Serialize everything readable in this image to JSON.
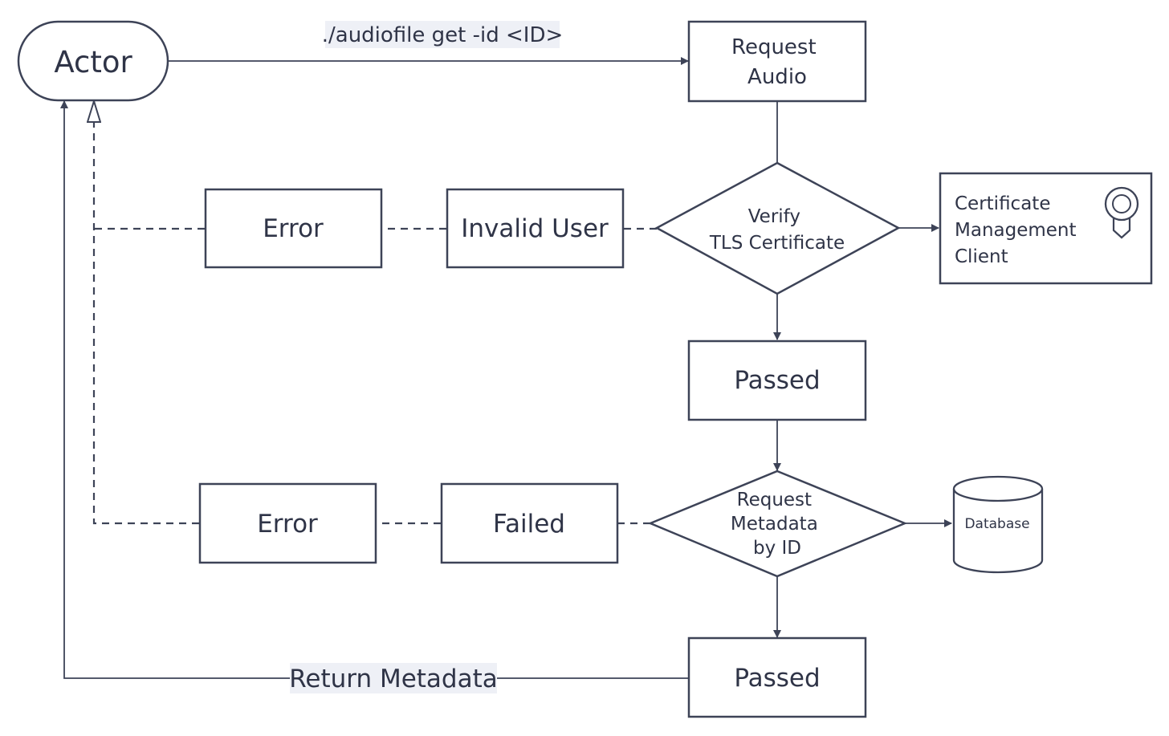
{
  "diagram": {
    "actor": "Actor",
    "command": "./audiofile get -id <ID>",
    "request_audio": [
      "Request",
      "Audio"
    ],
    "verify_tls": [
      "Verify",
      "TLS Certificate"
    ],
    "certificate_client": [
      "Certificate",
      "Management",
      "Client"
    ],
    "invalid_user": "Invalid User",
    "error_1": "Error",
    "passed_1": "Passed",
    "request_metadata": [
      "Request",
      "Metadata",
      "by ID"
    ],
    "database": "Database",
    "failed": "Failed",
    "error_2": "Error",
    "passed_2": "Passed",
    "return_metadata": "Return Metadata"
  },
  "colors": {
    "stroke": "#3d4357",
    "text": "#2f3447",
    "label_background": "#eef0f6"
  }
}
